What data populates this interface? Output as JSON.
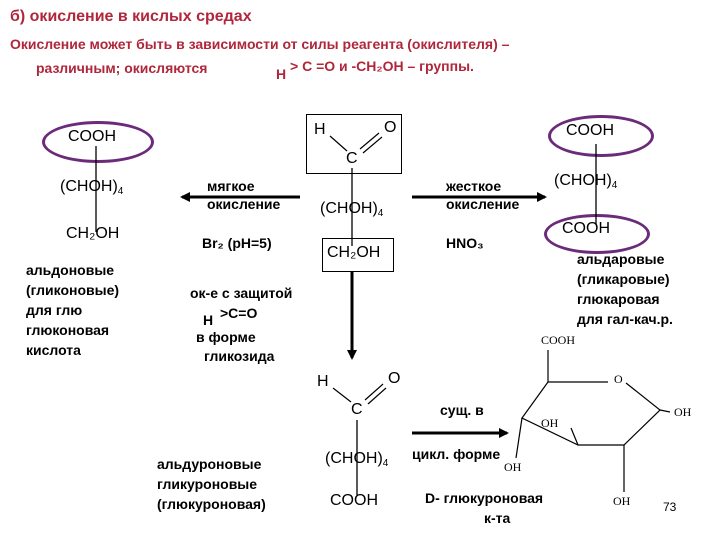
{
  "slide": {
    "title": "б)  окисление в кислых средах",
    "intro_line1": "Окисление может быть в зависимости от силы реагента (окислителя) –",
    "intro_line2": "различным; окисляются",
    "intro_h": "H",
    "intro_rest": "> С =О  и  -СН₂ОН – группы.",
    "page_number": "73"
  },
  "left_product": {
    "top": "COOH",
    "middle": "(CHOH)",
    "middle_sub": "4",
    "bottom": "CH₂OH",
    "caption": [
      "альдоновые",
      "(гликоновые)",
      "для глю",
      "глюконовая",
      " кислота"
    ]
  },
  "center_glucose": {
    "h": "H",
    "o": "O",
    "c": "C",
    "middle": "(CHOH)",
    "middle_sub": "4",
    "bottom": "CH₂OH"
  },
  "right_product": {
    "top": "COOH",
    "middle": "(CHOH)",
    "middle_sub": "4",
    "bottom": "COOH",
    "caption": [
      "альдаровые",
      "(гликаровые)",
      "глюкаровая",
      "для гал-кач.р."
    ]
  },
  "mild": {
    "label1": "мягкое",
    "label2": "окисление",
    "reagent": "Br₂ (pH=5)"
  },
  "harsh": {
    "label1": "жесткое",
    "label2": "окисление",
    "reagent": "HNO₃"
  },
  "protected": {
    "line1": "ок-е с защитой",
    "h": "H",
    "line2": ">C=O",
    "line3": " в форме",
    "line4": "гликозида"
  },
  "bottom_product": {
    "h": "H",
    "o": "O",
    "c": "C",
    "middle": "(CHOH)",
    "middle_sub": "4",
    "bottom": "COOH",
    "caption": [
      "альдуроновые",
      "гликуроновые",
      "(глюкуроновая)"
    ]
  },
  "cyclic": {
    "arrow_label1": "сущ. в",
    "arrow_label2": "цикл. форме",
    "cooh": "COOH",
    "ring_o": "O",
    "oh_right": "OH",
    "oh_left": "OH",
    "oh_bottom_left": "OH",
    "oh_bottom": "OH",
    "name1": "D- глюкуроновая",
    "name2": "к-та"
  }
}
